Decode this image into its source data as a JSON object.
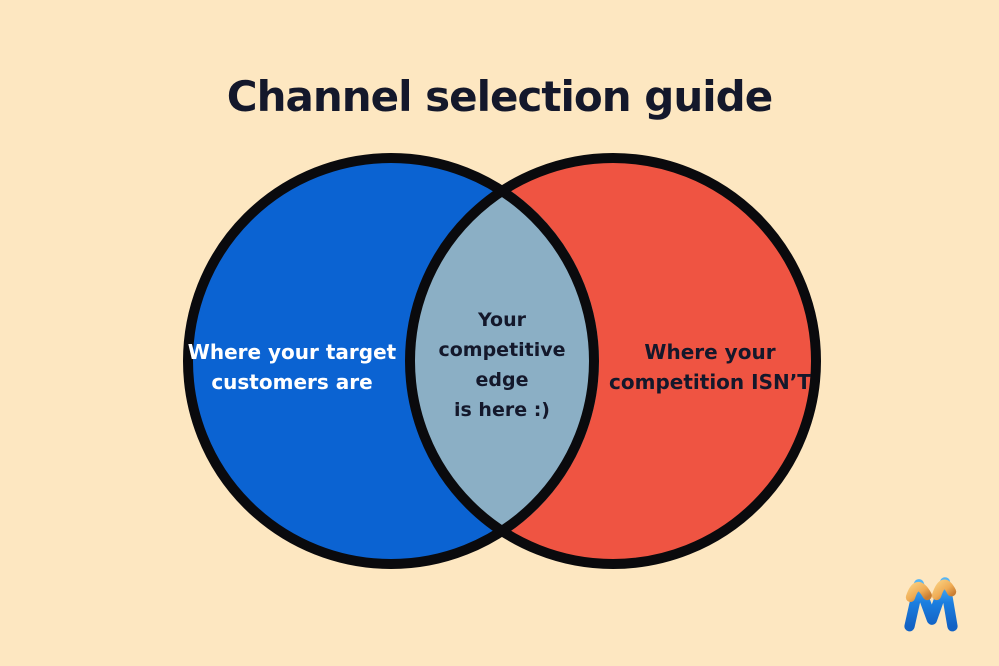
{
  "page": {
    "title": "Channel selection guide",
    "background_color": "#FDE7C1",
    "title_color": "#14182B"
  },
  "venn": {
    "outline_color": "#0A0A0D",
    "left_circle": {
      "label": "Where your target\ncustomers are",
      "fill_color": "#0B63D2",
      "text_color": "#FFFFFF"
    },
    "right_circle": {
      "label": "Where your\ncompetition ISN’T",
      "fill_color": "#EF5442",
      "text_color": "#14182B"
    },
    "intersection": {
      "label": "Your\ncompetitive\nedge\nis here :)",
      "fill_color": "#8BAFC5",
      "text_color": "#14182B"
    }
  },
  "logo": {
    "letter": "M",
    "blue_color": "#1C7FE0",
    "orange_color": "#EFAC55"
  }
}
